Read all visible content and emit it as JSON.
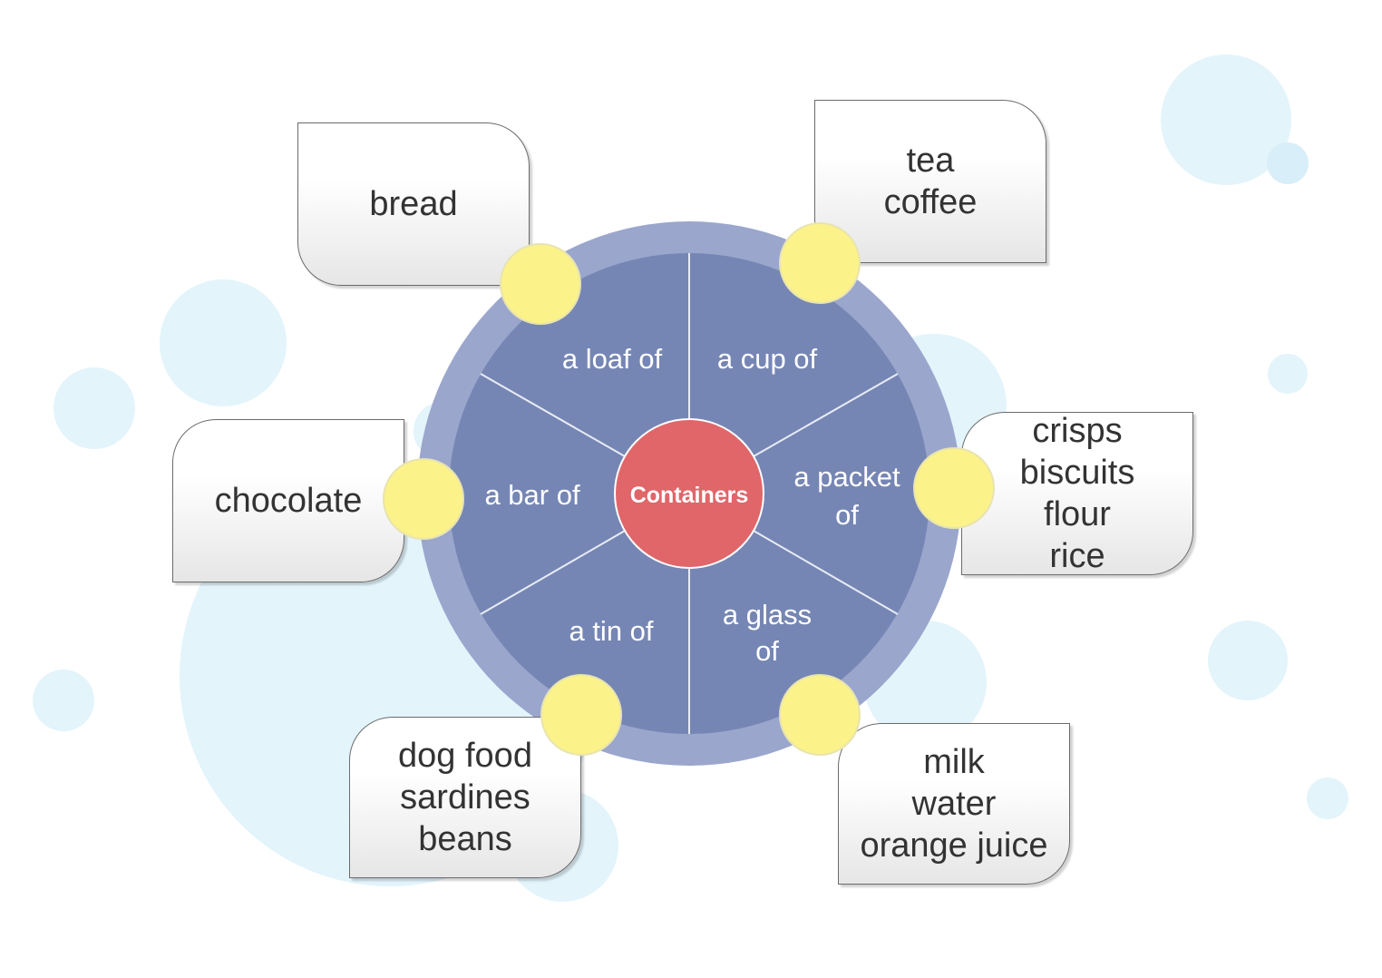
{
  "diagram": {
    "center_label": "Containers",
    "segments": [
      {
        "id": "loaf",
        "label_lines": [
          "a loaf of"
        ]
      },
      {
        "id": "cup",
        "label_lines": [
          "a cup of"
        ]
      },
      {
        "id": "packet",
        "label_lines": [
          "a packet",
          "of"
        ]
      },
      {
        "id": "glass",
        "label_lines": [
          "a glass",
          "of"
        ]
      },
      {
        "id": "tin",
        "label_lines": [
          "a tin of"
        ]
      },
      {
        "id": "bar",
        "label_lines": [
          "a bar of"
        ]
      }
    ],
    "cards": [
      {
        "id": "loaf",
        "items": [
          "bread"
        ]
      },
      {
        "id": "cup",
        "items": [
          "tea",
          "coffee"
        ]
      },
      {
        "id": "packet",
        "items": [
          "crisps",
          "biscuits",
          "flour",
          "rice"
        ]
      },
      {
        "id": "glass",
        "items": [
          "milk",
          "water",
          "orange juice"
        ]
      },
      {
        "id": "tin",
        "items": [
          "dog food",
          "sardines",
          "beans"
        ]
      },
      {
        "id": "bar",
        "items": [
          "chocolate"
        ]
      }
    ]
  },
  "colors": {
    "wheel_fill": "#7686b4",
    "wheel_ring": "#9aa6cc",
    "center_fill": "#e0666a",
    "knob_fill": "#fbf28a",
    "bubble_fill": "#e3f4fb",
    "text_dark": "#333333",
    "text_light": "#ffffff"
  }
}
